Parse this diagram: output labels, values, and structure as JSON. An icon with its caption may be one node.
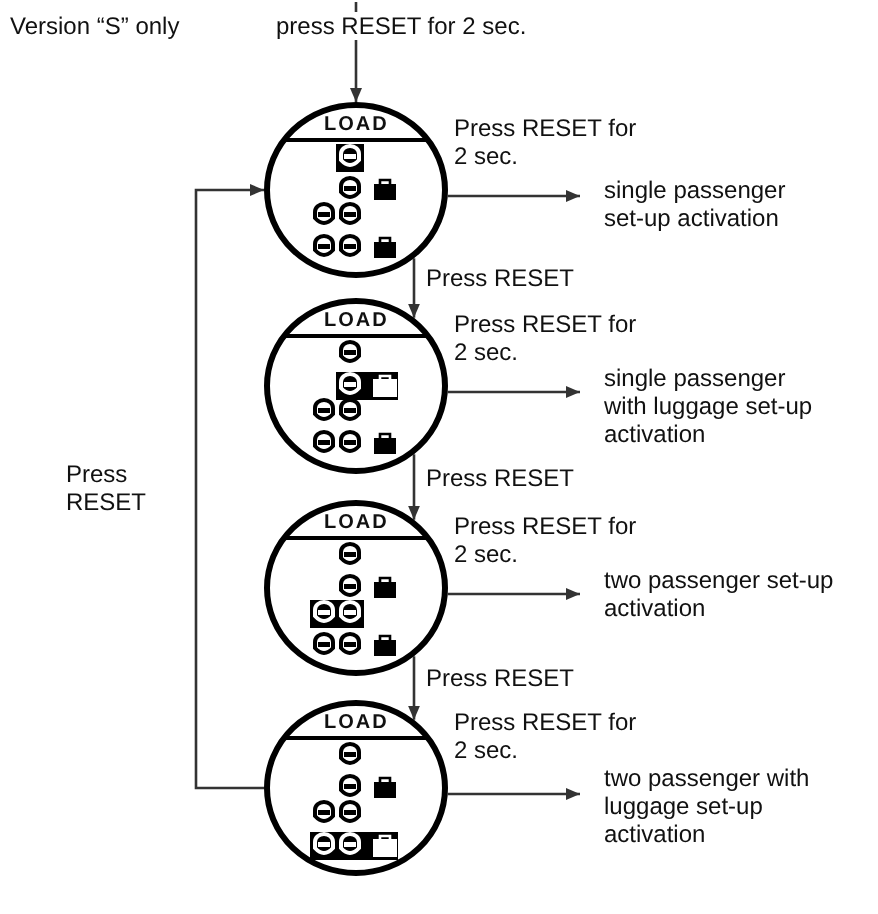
{
  "diagram": {
    "nodes": [
      {
        "text": [
          "LOAD"
        ]
      },
      {
        "text": [
          "single passenger set-up activation"
        ]
      },
      {
        "text": [
          "LOAD"
        ]
      },
      {
        "text": [
          "single passenger with luggage set-up activation"
        ]
      },
      {
        "text": [
          "LOAD"
        ]
      },
      {
        "text": [
          "two passenger set-up activation"
        ]
      },
      {
        "text": [
          "LOAD"
        ]
      },
      {
        "text": [
          "two passenger with luggage set-up activation"
        ]
      }
    ],
    "edges": [
      {
        "from": null,
        "to": 0,
        "arrow": "to",
        "label": "press RESET for 2 sec."
      },
      {
        "from": 0,
        "to": 1,
        "arrow": "to",
        "label": "Press RESET for 2 sec."
      },
      {
        "from": 0,
        "to": 2,
        "arrow": "to",
        "label": "Press RESET"
      },
      {
        "from": 2,
        "to": 3,
        "arrow": "to",
        "label": "Press RESET for 2 sec."
      },
      {
        "from": 2,
        "to": 4,
        "arrow": "to",
        "label": "Press RESET"
      },
      {
        "from": 4,
        "to": 5,
        "arrow": "to",
        "label": "Press RESET for 2 sec."
      },
      {
        "from": 4,
        "to": 6,
        "arrow": "to",
        "label": "Press RESET"
      },
      {
        "from": 6,
        "to": 7,
        "arrow": "to",
        "label": "Press RESET for 2 sec."
      },
      {
        "from": 6,
        "to": 0,
        "arrow": "to",
        "label": "Press RESET"
      }
    ],
    "labels": [
      "Version “S” only"
    ]
  }
}
